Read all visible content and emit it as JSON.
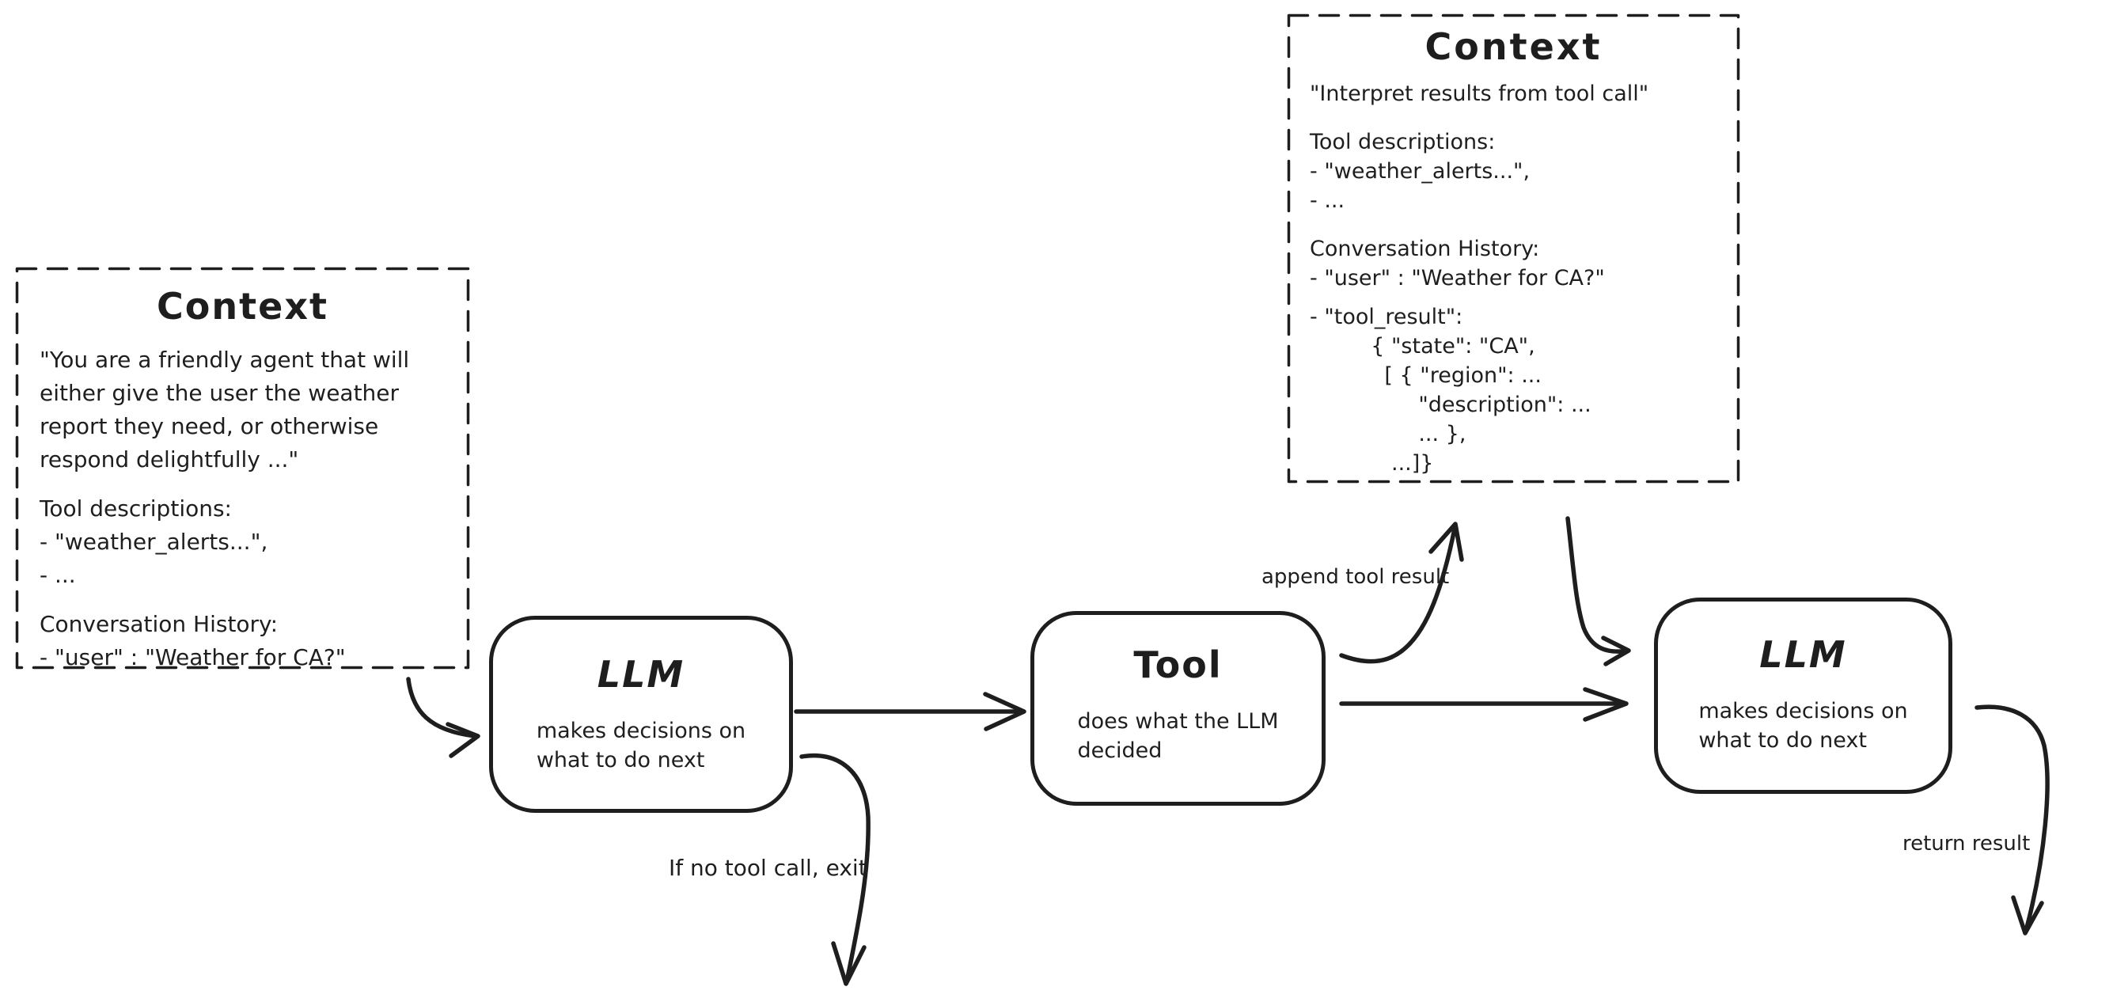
{
  "colors": {
    "ink": "#1e1e1e",
    "background": "#ffffff"
  },
  "context_left": {
    "title": "Context",
    "system_prompt": "\"You are a friendly agent that will\neither give the user the weather\nreport they need, or otherwise\nrespond delightfully ...\"",
    "tool_descriptions_heading": "Tool descriptions:",
    "tool_descriptions_items": [
      "- \"weather_alerts...\",",
      "- ..."
    ],
    "conversation_heading": "Conversation History:",
    "conversation_items": [
      "- \"user\" : \"Weather for CA?\""
    ]
  },
  "context_top": {
    "title": "Context",
    "instruction": "\"Interpret results from tool call\"",
    "tool_descriptions_heading": "Tool descriptions:",
    "tool_descriptions_items": [
      "- \"weather_alerts...\",",
      "- ..."
    ],
    "conversation_heading": "Conversation History:",
    "conversation_items": [
      "- \"user\" : \"Weather for CA?\""
    ],
    "tool_result_block": "- \"tool_result\":\n         { \"state\": \"CA\",\n           [ { \"region\": ...\n                \"description\": ...\n                ... },\n            ...]}"
  },
  "nodes": {
    "llm1": {
      "title": "LLM",
      "subtitle": "makes decisions on\nwhat to do next"
    },
    "tool": {
      "title": "Tool",
      "subtitle": "does what the LLM\ndecided"
    },
    "llm2": {
      "title": "LLM",
      "subtitle": "makes decisions on\nwhat to do next"
    }
  },
  "edge_labels": {
    "append_tool_result": "append tool result",
    "no_tool_call_exit": "If no tool call, exit",
    "return_result": "return result"
  }
}
